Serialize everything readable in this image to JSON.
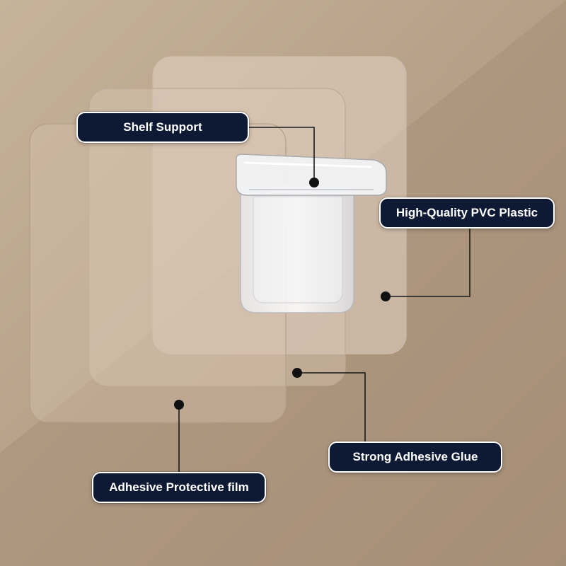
{
  "colors": {
    "background_light": "#c9b39b",
    "background_mid": "#b19c85",
    "background_dark": "#a58f78",
    "label_fill": "#0e1a33",
    "label_text": "#ffffff",
    "callout_line": "#1a1a1a"
  },
  "labels": {
    "shelf_support": "Shelf Support",
    "pvc_plastic": "High-Quality PVC Plastic",
    "adhesive_glue": "Strong Adhesive Glue",
    "protective_film": "Adhesive Protective film"
  }
}
